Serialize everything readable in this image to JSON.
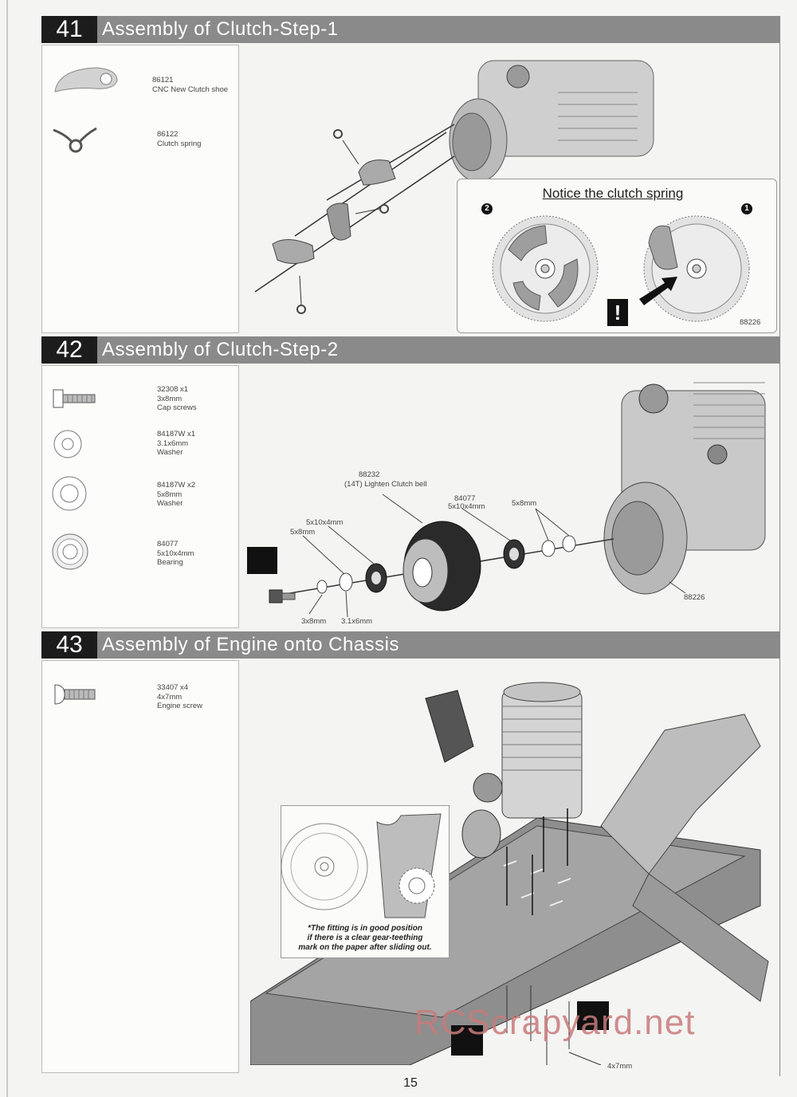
{
  "steps": [
    {
      "number": "41",
      "title": "Assembly of Clutch-Step-1"
    },
    {
      "number": "42",
      "title": "Assembly of Clutch-Step-2"
    },
    {
      "number": "43",
      "title": "Assembly of Engine onto Chassis"
    }
  ],
  "step41": {
    "parts": [
      {
        "code": "86121",
        "name": "CNC New Clutch shoe"
      },
      {
        "code": "86122",
        "name": "Clutch spring"
      }
    ],
    "notice_title": "Notice the clutch spring",
    "circle_2": "2",
    "circle_1": "1",
    "warning_mark": "!",
    "callout_88226": "88226"
  },
  "step42": {
    "parts": [
      {
        "code": "32308  x1",
        "size": "3x8mm",
        "name": "Cap screws"
      },
      {
        "code": "84187W  x1",
        "size": "3.1x6mm",
        "name": "Washer"
      },
      {
        "code": "84187W  x2",
        "size": "5x8mm",
        "name": "Washer"
      },
      {
        "code": "84077",
        "size": "5x10x4mm",
        "name": "Bearing"
      }
    ],
    "callouts": {
      "clutch_bell_code": "88232",
      "clutch_bell_name": "(14T) Lighten Clutch bell",
      "bearing_right_code": "84077",
      "bearing_right_size": "5x10x4mm",
      "washer_right": "5x8mm",
      "bearing_left": "5x10x4mm",
      "washer_left": "5x8mm",
      "screw": "3x8mm",
      "washer_small": "3.1x6mm",
      "flywheel": "88226"
    }
  },
  "step43": {
    "parts": [
      {
        "code": "33407  x4",
        "size": "4x7mm",
        "name": "Engine screw"
      }
    ],
    "fitting_note_1": "*The fitting is in good position",
    "fitting_note_2": "if there is a clear gear-teething",
    "fitting_note_3": "mark on the paper after sliding out.",
    "screw_callout": "4x7mm"
  },
  "page_number": "15",
  "watermark": "RCScrapyard.net"
}
